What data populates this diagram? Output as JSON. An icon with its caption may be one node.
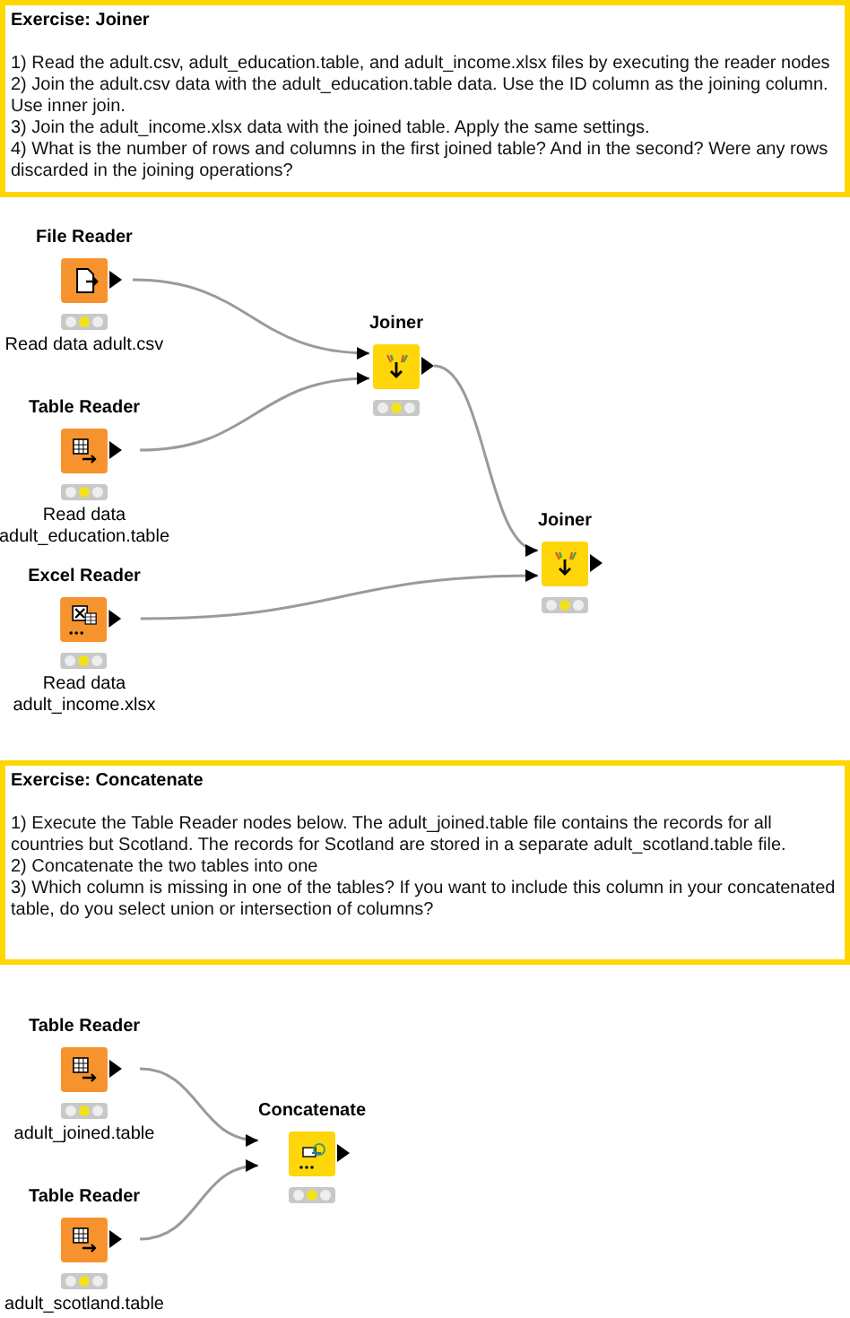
{
  "diagram": {
    "nodes": [
      {
        "text": [
          "Exercise: Joiner",
          "1) Read the adult.csv, adult_education.table, and adult_income.xlsx files by executing the reader nodes",
          "2) Join the adult.csv data with the adult_education.table data. Use the ID column as the joining column. Use inner join.",
          "3) Join the adult_income.xlsx data with the joined table. Apply the same settings.",
          "4) What is the number of rows and columns in the first joined table? And in the second? Were any rows discarded in the joining operations?"
        ]
      },
      {
        "text": [
          "File Reader"
        ],
        "beside": [
          "Read data adult.csv"
        ]
      },
      {
        "text": [
          "Joiner"
        ]
      },
      {
        "text": [
          "Table Reader"
        ],
        "beside": [
          "Read data adult_education.table"
        ]
      },
      {
        "text": [
          "Joiner"
        ]
      },
      {
        "text": [
          "Excel Reader"
        ],
        "beside": [
          "Read data adult_income.xlsx"
        ]
      },
      {
        "text": [
          "Exercise: Concatenate",
          "1) Execute the Table Reader nodes below. The adult_joined.table file contains the records for all countries but Scotland. The records for Scotland are stored in a separate adult_scotland.table file.",
          "2) Concatenate the two tables into one",
          "3) Which column is missing in one of the tables? If you want to include this column in your concatenated table, do you select union or intersection of columns?"
        ]
      },
      {
        "text": [
          "Table Reader"
        ],
        "beside": [
          "adult_joined.table"
        ]
      },
      {
        "text": [
          "Concatenate"
        ]
      },
      {
        "text": [
          "Table Reader"
        ],
        "beside": [
          "adult_scotland.table"
        ]
      }
    ],
    "edges": [
      {
        "from": 1,
        "to": 2,
        "arrow": "to"
      },
      {
        "from": 3,
        "to": 2,
        "arrow": "to"
      },
      {
        "from": 2,
        "to": 4,
        "arrow": "to"
      },
      {
        "from": 5,
        "to": 4,
        "arrow": "to"
      },
      {
        "from": 7,
        "to": 8,
        "arrow": "to"
      },
      {
        "from": 9,
        "to": 8,
        "arrow": "to"
      }
    ]
  }
}
